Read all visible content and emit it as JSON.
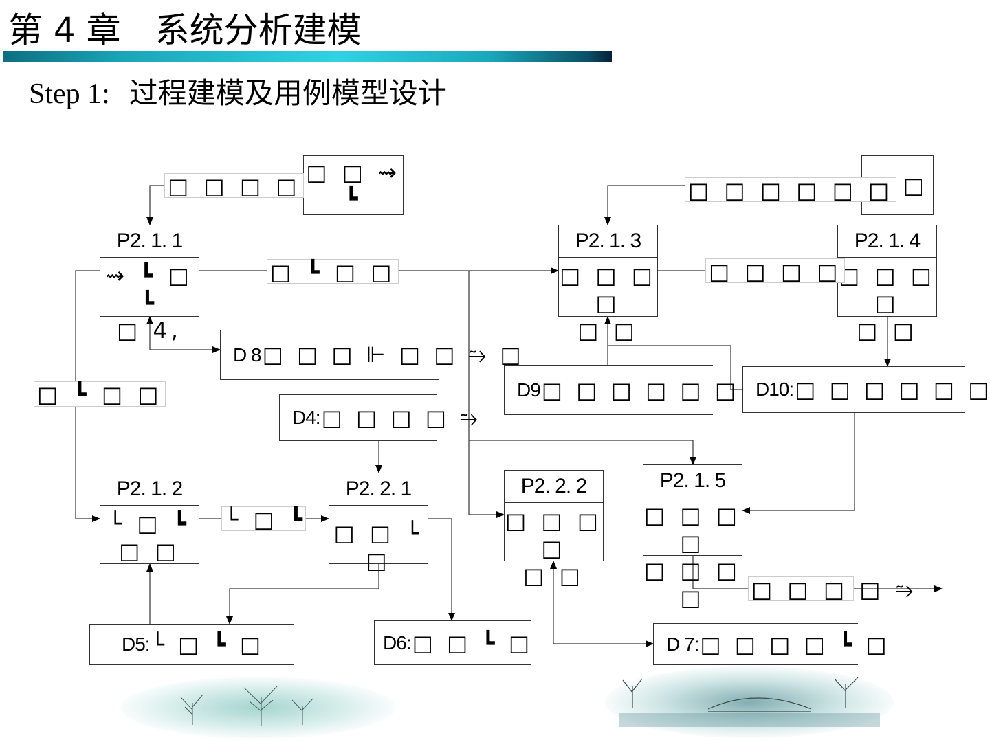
{
  "header": {
    "title": "第 4 章　系统分析建模",
    "subtitle_step": "Step 1:",
    "subtitle_text": "过程建模及用例模型设计",
    "accent_color": "#1aa6b8"
  },
  "diagram": {
    "processes": {
      "p211": {
        "id": "P2. 1. 1",
        "name": "⇝ ┗ □ ┗\n□ 4,"
      },
      "p212": {
        "id": "P2. 1. 2",
        "name": "└ □ ┗\n□ □"
      },
      "p213": {
        "id": "P2. 1. 3",
        "name": "□ □ □ □\n□ □"
      },
      "p214": {
        "id": "P2. 1. 4",
        "name": "□ □ □ □\n□ □"
      },
      "p215": {
        "id": "P2. 1. 5",
        "name": "□ □ □ □\n□ □ □ □"
      },
      "p221": {
        "id": "P2. 2. 1",
        "name": "□ □ └ □"
      },
      "p222": {
        "id": "P2. 2. 2",
        "name": "□ □ □ □\n□ □"
      }
    },
    "externals": {
      "ext_top_left": "□ □ ⇝ ┗",
      "ext_top_right": "□ □"
    },
    "stores": {
      "d4": {
        "id": "D4:",
        "text": "□ □ □ □ ⥲"
      },
      "d5": {
        "id": "D5:",
        "text": "└   □ ┗   □"
      },
      "d6": {
        "id": "D6:",
        "text": "□ □ ┗   □"
      },
      "d7": {
        "id": "D 7:",
        "text": "□ □ □ □ ┗   □"
      },
      "d8": {
        "id": "D 8",
        "text": "□ □ □ ⊩ □ □ ⥲ □"
      },
      "d9": {
        "id": "D9",
        "text": "□ □ □ □ □ □ □"
      },
      "d10": {
        "id": "D10:",
        "text": "□ □ □ □ □ □ ⥲"
      }
    },
    "flows": {
      "f_ext_p211": "□ □ □ □",
      "f_ext_p213": "□ □ □ □ □ □",
      "f_p211_p213": "□ ┗ □ □",
      "f_p213_p214": "□ □ □ □",
      "f_p211_p212": "□ ┗ □ □",
      "f_p212_p221": "└ □ ┗",
      "f_p215_out": "□ □ □ □ ⥲"
    }
  }
}
